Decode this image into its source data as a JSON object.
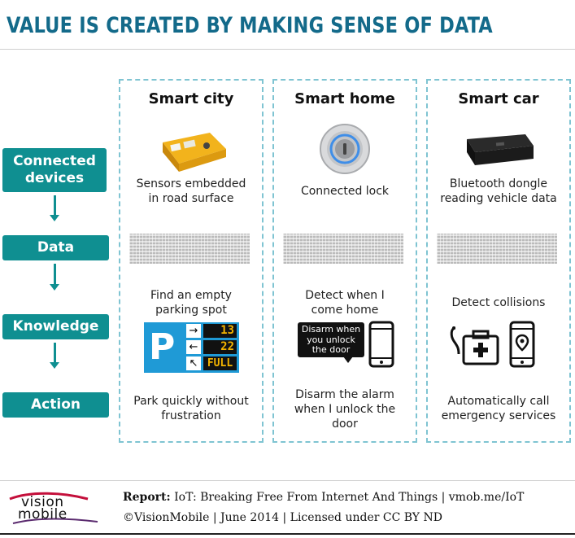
{
  "title": "VALUE IS CREATED BY MAKING SENSE OF DATA",
  "stages": [
    "Connected devices",
    "Data",
    "Knowledge",
    "Action"
  ],
  "columns": [
    {
      "title": "Smart city",
      "device": "Sensors embedded in road surface",
      "knowledge": "Find an empty parking spot",
      "action": "Park quickly without frustration",
      "parking_values": [
        "13",
        "22",
        "FULL"
      ],
      "parking_letter": "P"
    },
    {
      "title": "Smart home",
      "device": "Connected lock",
      "knowledge": "Detect when I come home",
      "action": "Disarm the alarm when I unlock the door",
      "bubble_text": "Disarm when you unlock the door"
    },
    {
      "title": "Smart car",
      "device": "Bluetooth dongle reading vehicle data",
      "knowledge": "Detect collisions",
      "action": "Automatically call emergency services"
    }
  ],
  "footer": {
    "report_label": "Report:",
    "report_text": "IoT: Breaking Free From Internet And Things | vmob.me/IoT",
    "copyright": "©VisionMobile | June 2014 | Licensed under CC BY ND",
    "logo_line1": "vision",
    "logo_line2": "mobile"
  },
  "colors": {
    "title": "#136a8a",
    "stage": "#0f8f91",
    "dashed": "#7fc4d2",
    "parking_blue": "#1f9ad6"
  }
}
